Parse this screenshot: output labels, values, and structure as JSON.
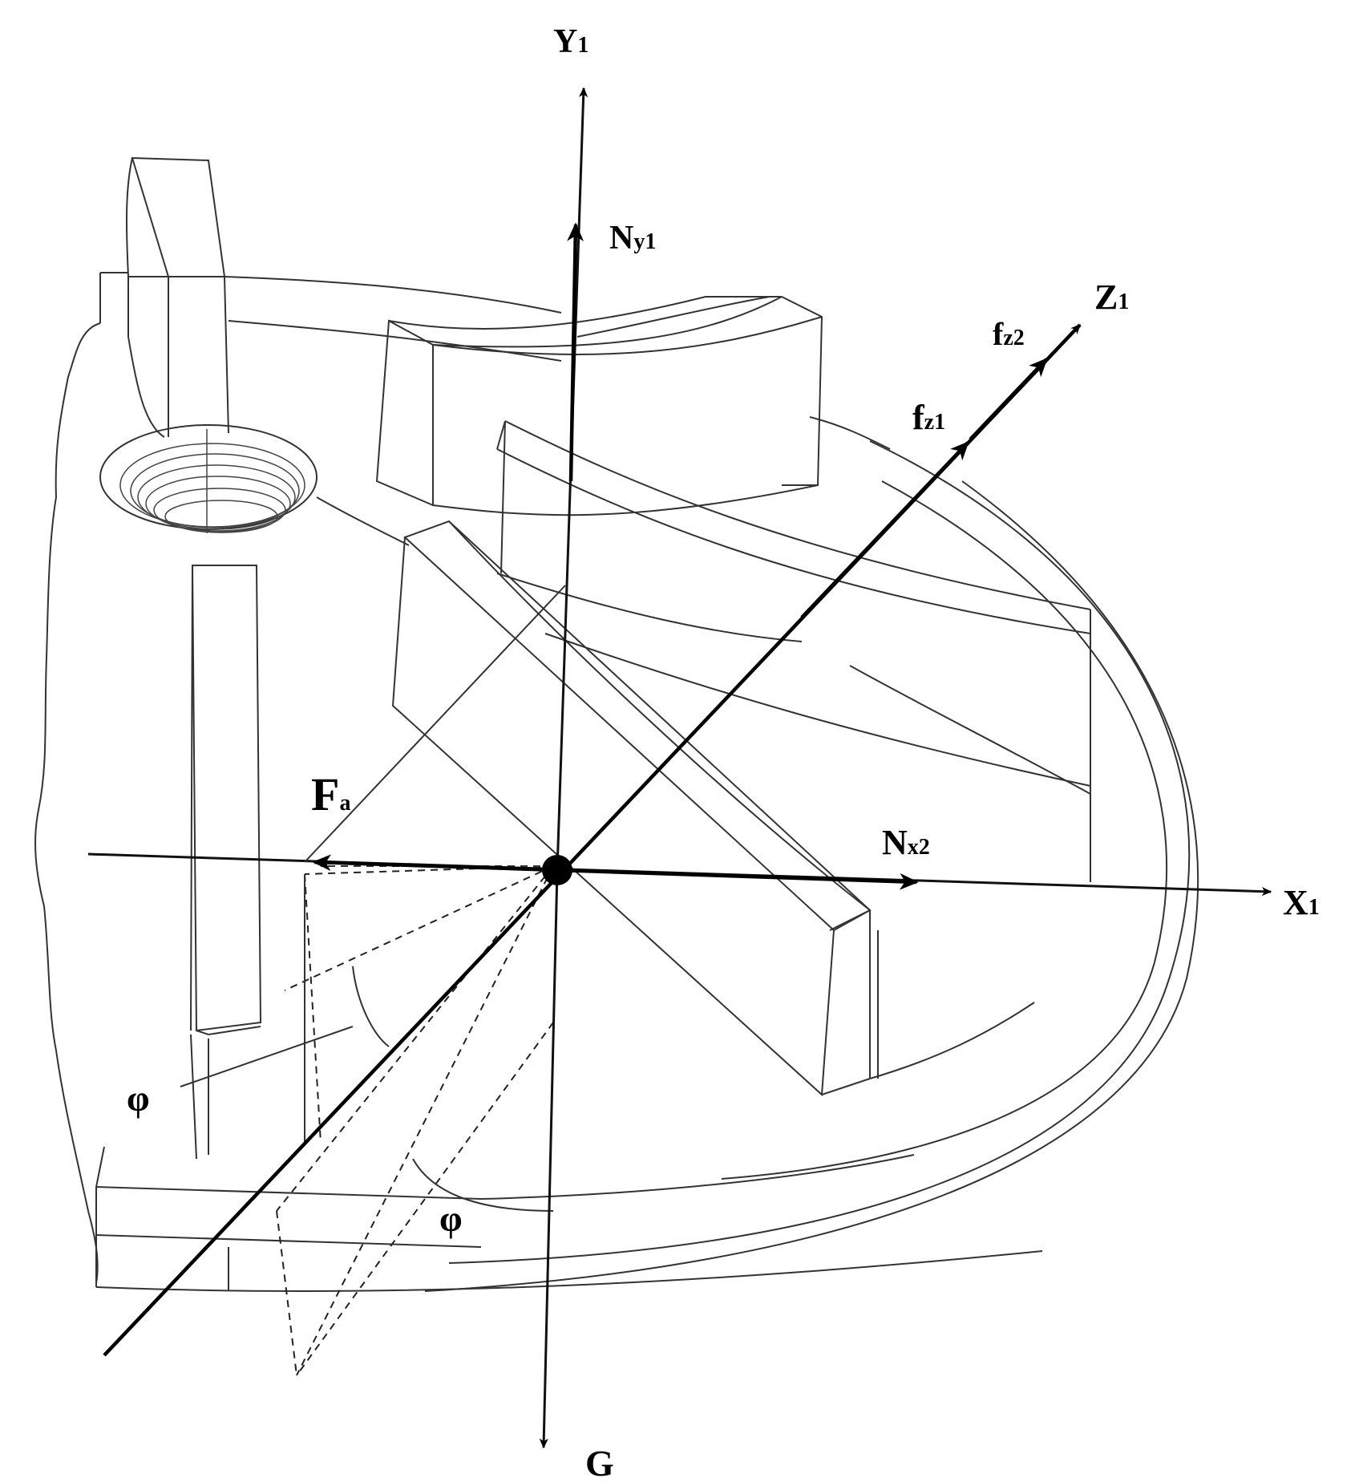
{
  "labels": {
    "y1_main": "Y",
    "y1_sub": "1",
    "ny1_main": "N",
    "ny1_sub": "y1",
    "z1_main": "Z",
    "z1_sub": "1",
    "fz2_main": "f",
    "fz2_sub": "z2",
    "fz1_main": "f",
    "fz1_sub": "z1",
    "fa_main": "F",
    "fa_sub": "a",
    "nx2_main": "N",
    "nx2_sub": "x2",
    "x1_main": "X",
    "x1_sub": "1",
    "phi_left": "φ",
    "phi_bottom": "φ",
    "g": "G"
  }
}
